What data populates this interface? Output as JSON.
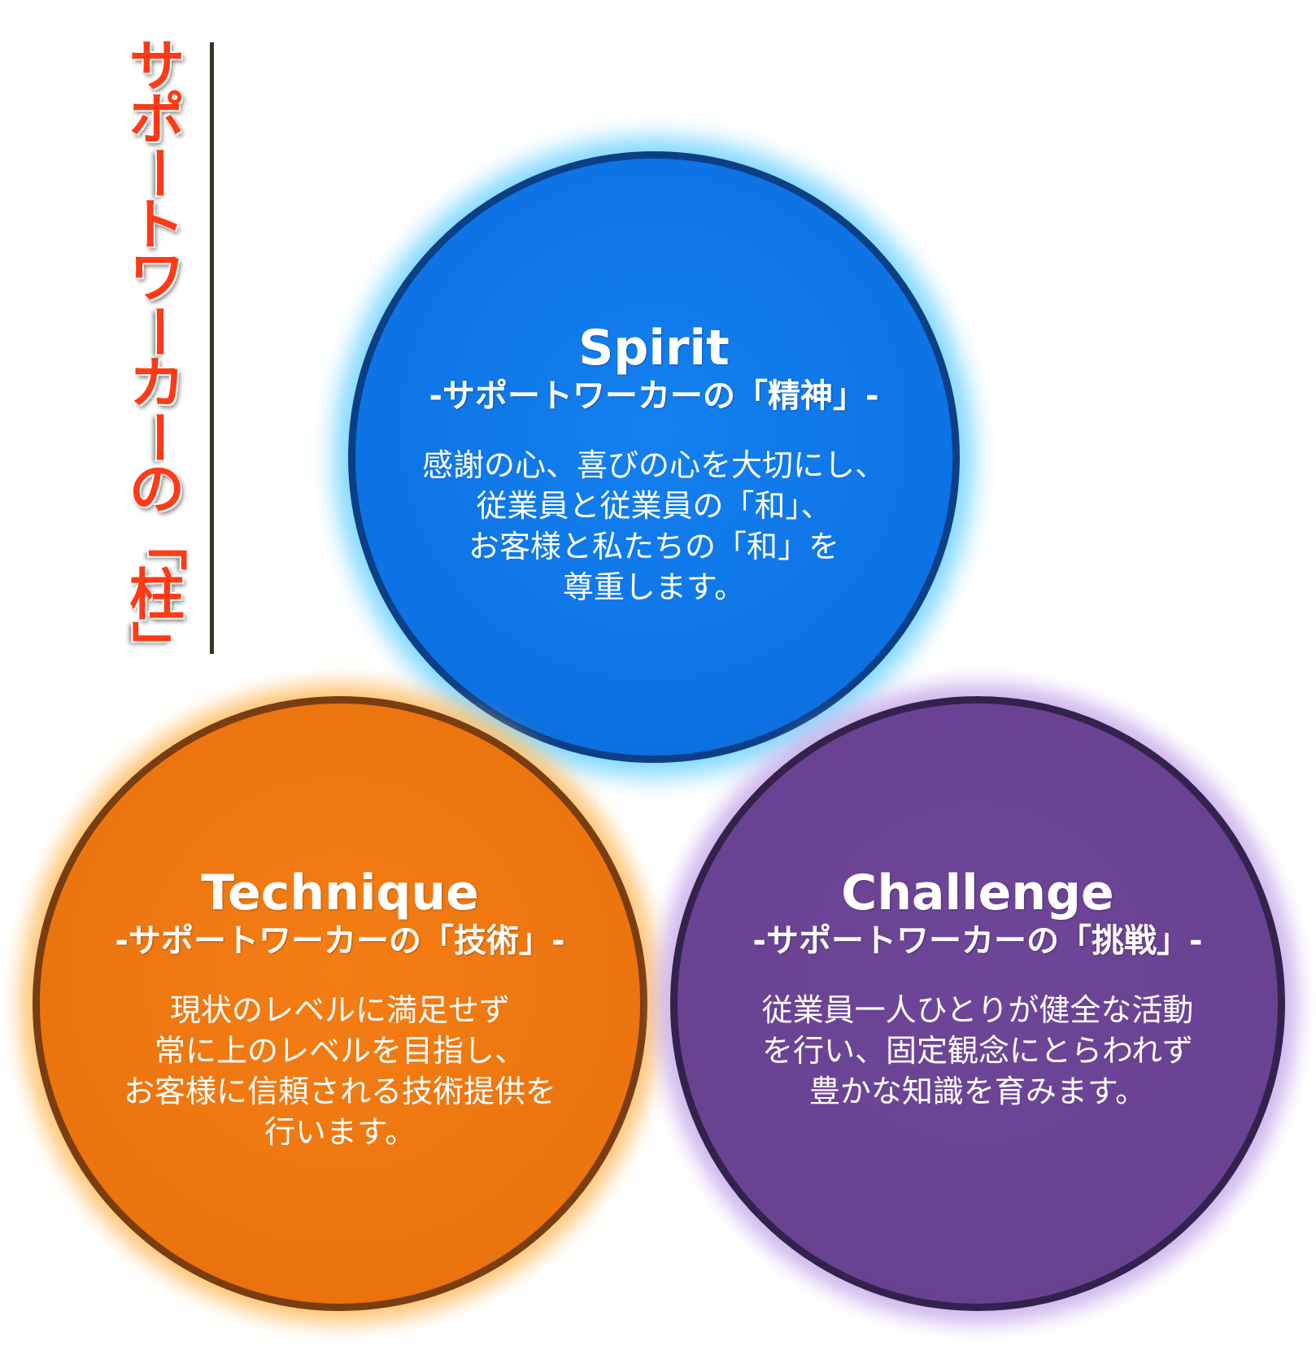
{
  "title": {
    "chars": [
      "サ",
      "ポ",
      "ー",
      "ト",
      "ワ",
      "ー",
      "カ",
      "ー",
      "の",
      "「",
      "柱",
      "」"
    ]
  },
  "colors": {
    "title": "#ff3a16",
    "spirit": "#0d72e4",
    "technique": "#ec740f",
    "challenge": "#6a4292",
    "divider": "#3a3226"
  },
  "spirit": {
    "heading": "Spirit",
    "subheading": "-サポートワーカーの「精神」-",
    "lines": [
      "感謝の心、喜びの心を大切にし、",
      "従業員と従業員の「和」、",
      "お客様と私たちの「和」を",
      "尊重します。"
    ]
  },
  "technique": {
    "heading": "Technique",
    "subheading": "-サポートワーカーの「技術」-",
    "lines": [
      "現状のレベルに満足せず",
      "常に上のレベルを目指し、",
      "お客様に信頼される技術提供を",
      "行います。"
    ]
  },
  "challenge": {
    "heading": "Challenge",
    "subheading": "-サポートワーカーの「挑戦」-",
    "lines": [
      "従業員一人ひとりが健全な活動",
      "を行い、固定観念にとらわれず",
      "豊かな知識を育みます。"
    ]
  }
}
